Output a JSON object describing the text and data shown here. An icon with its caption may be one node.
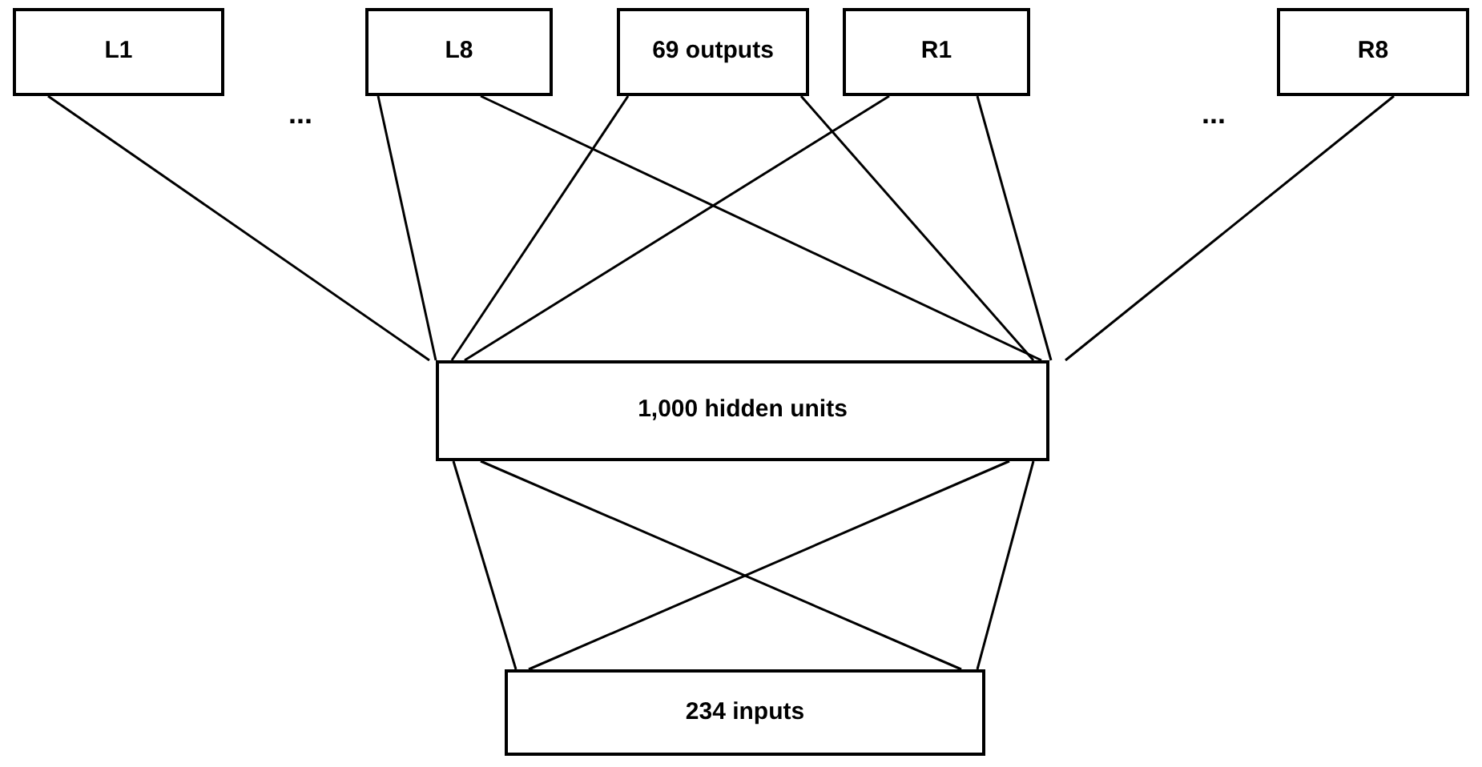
{
  "diagram": {
    "nodes": [
      {
        "text": [
          "L1"
        ]
      },
      {
        "text": [
          "L8"
        ]
      },
      {
        "text": [
          "69 outputs"
        ]
      },
      {
        "text": [
          "R1"
        ]
      },
      {
        "text": [
          "R8"
        ]
      },
      {
        "text": [
          "1,000 hidden units"
        ]
      },
      {
        "text": [
          "234 inputs"
        ]
      }
    ],
    "edges": [
      {
        "from": 0,
        "to": 5,
        "arrow": "none"
      },
      {
        "from": 1,
        "to": 5,
        "arrow": "none"
      },
      {
        "from": 1,
        "to": 5,
        "arrow": "none"
      },
      {
        "from": 2,
        "to": 5,
        "arrow": "none"
      },
      {
        "from": 2,
        "to": 5,
        "arrow": "none"
      },
      {
        "from": 3,
        "to": 5,
        "arrow": "none"
      },
      {
        "from": 3,
        "to": 5,
        "arrow": "none"
      },
      {
        "from": 4,
        "to": 5,
        "arrow": "none"
      },
      {
        "from": 5,
        "to": 6,
        "arrow": "none"
      },
      {
        "from": 5,
        "to": 6,
        "arrow": "none"
      },
      {
        "from": 5,
        "to": 6,
        "arrow": "none"
      },
      {
        "from": 5,
        "to": 6,
        "arrow": "none"
      }
    ],
    "labels": [
      "...",
      "..."
    ]
  }
}
